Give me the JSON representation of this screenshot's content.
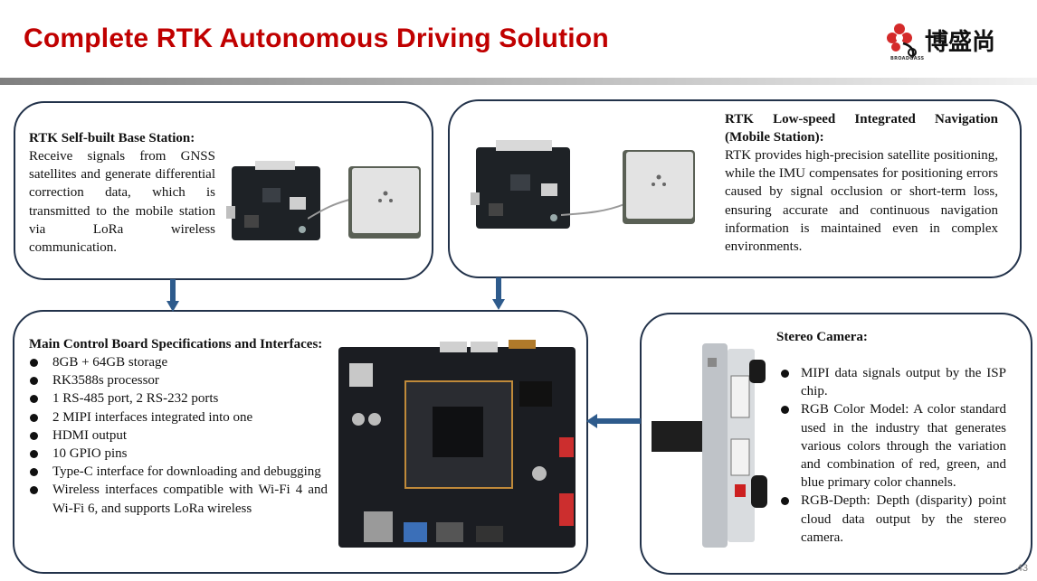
{
  "title": "Complete RTK Autonomous Driving Solution",
  "logo": {
    "name": "博盛尚",
    "subtitle": "BROADGASS",
    "icon": "flower-logo-icon"
  },
  "page_number": "43",
  "colors": {
    "title": "#c00000",
    "panel_border": "#22324a",
    "arrow": "#2e5b8c"
  },
  "base_station": {
    "heading": "RTK Self-built Base Station:",
    "body": "Receive signals from GNSS satellites and generate differential correction data, which is transmitted to the mobile station via LoRa wireless communication."
  },
  "mobile_station": {
    "heading": "RTK Low-speed Integrated Navigation (Mobile Station):",
    "body": "RTK provides high-precision satellite positioning, while the IMU compensates for positioning errors caused by signal occlusion or short-term loss, ensuring accurate and continuous navigation information is maintained even in complex environments."
  },
  "main_board": {
    "heading": "Main Control Board Specifications and Interfaces:",
    "items": [
      "8GB + 64GB storage",
      "RK3588s processor",
      "1 RS-485 port, 2 RS-232 ports",
      "2 MIPI interfaces integrated into one",
      "HDMI output",
      "10 GPIO pins",
      "Type-C interface for downloading and debugging",
      "Wireless interfaces compatible with Wi-Fi 4 and Wi-Fi 6, and supports LoRa wireless"
    ]
  },
  "stereo_camera": {
    "heading": "Stereo Camera:",
    "items": [
      "MIPI data signals output by the ISP chip.",
      "RGB Color Model: A color standard used in the industry that generates various colors through the variation and combination of red, green, and blue primary color channels.",
      "RGB-Depth: Depth (disparity) point cloud data output by the stereo camera."
    ]
  }
}
